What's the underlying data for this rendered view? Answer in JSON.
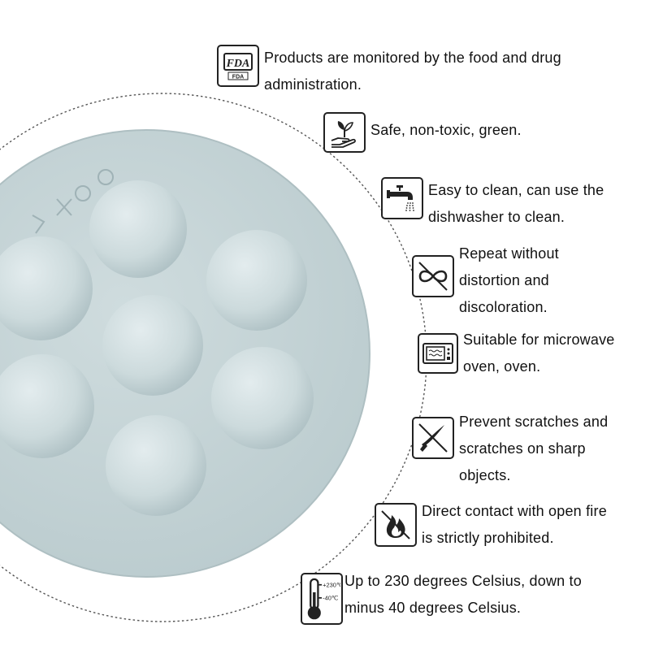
{
  "features": [
    {
      "icon": "fda-icon",
      "text": "Products are monitored by the food and drug\nadministration.",
      "icon_label": "FDA"
    },
    {
      "icon": "plant-hand-icon",
      "text": "Safe, non-toxic, green."
    },
    {
      "icon": "faucet-icon",
      "text": "Easy to clean, can use the\ndishwasher to clean."
    },
    {
      "icon": "no-distortion-icon",
      "text": "Repeat without\ndistortion and\ndiscoloration."
    },
    {
      "icon": "microwave-icon",
      "text": "Suitable for microwave\noven, oven."
    },
    {
      "icon": "no-knife-icon",
      "text": "Prevent scratches and\nscratches on sharp\nobjects."
    },
    {
      "icon": "no-fire-icon",
      "text": "Direct contact with open fire\nis strictly prohibited."
    },
    {
      "icon": "thermometer-icon",
      "text": "Up to 230 degrees Celsius, down to\nminus 40 degrees Celsius.",
      "icon_labels": [
        "+230℃",
        "-40℃"
      ]
    }
  ],
  "colors": {
    "mold": "#c9d6d8",
    "mold_shadow": "#a9bbbf",
    "dome": "#d3dfe1",
    "text": "#111111",
    "icon_border": "#222222"
  }
}
